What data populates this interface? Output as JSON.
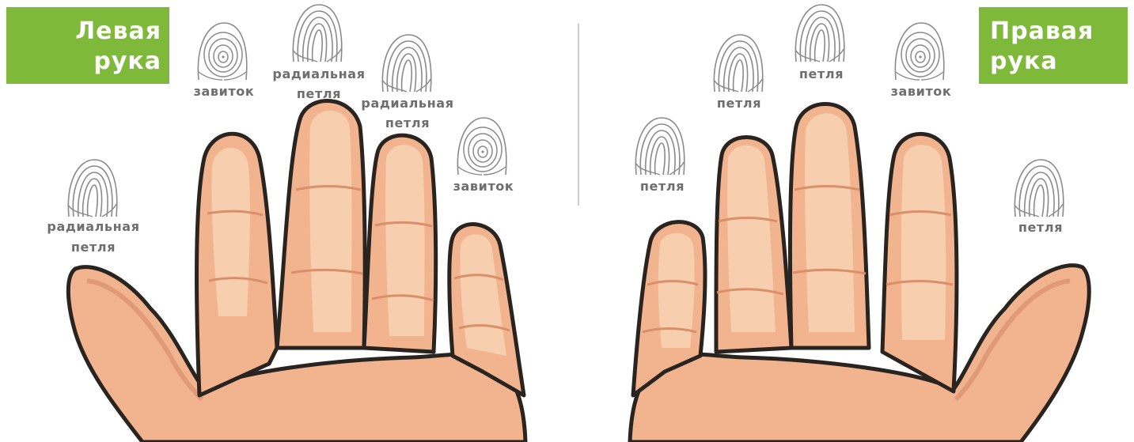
{
  "left_hand": {
    "title_line1": "Левая",
    "title_line2": "рука",
    "fingers": [
      {
        "finger": "thumb",
        "pattern": "radial-loop",
        "label_line1": "радиальная",
        "label_line2": "петля"
      },
      {
        "finger": "index",
        "pattern": "whorl",
        "label_line1": "завиток",
        "label_line2": ""
      },
      {
        "finger": "middle",
        "pattern": "radial-loop",
        "label_line1": "радиальная",
        "label_line2": "петля"
      },
      {
        "finger": "ring",
        "pattern": "radial-loop",
        "label_line1": "радиальная",
        "label_line2": "петля"
      },
      {
        "finger": "little",
        "pattern": "whorl",
        "label_line1": "завиток",
        "label_line2": ""
      }
    ]
  },
  "right_hand": {
    "title_line1": "Правая",
    "title_line2": "рука",
    "fingers": [
      {
        "finger": "little",
        "pattern": "loop",
        "label_line1": "петля",
        "label_line2": ""
      },
      {
        "finger": "ring",
        "pattern": "loop",
        "label_line1": "петля",
        "label_line2": ""
      },
      {
        "finger": "middle",
        "pattern": "loop",
        "label_line1": "петля",
        "label_line2": ""
      },
      {
        "finger": "index",
        "pattern": "whorl",
        "label_line1": "завиток",
        "label_line2": ""
      },
      {
        "finger": "thumb",
        "pattern": "loop",
        "label_line1": "петля",
        "label_line2": ""
      }
    ]
  },
  "colors": {
    "badge": "#7fb93a",
    "skin": "#f2b48f",
    "skin_shadow": "#d98f6c",
    "skin_light": "#f7cfae",
    "outline": "#2a2420",
    "label": "#6e6e6e",
    "print": "#8a8a8a",
    "divider": "#bbbbbb"
  }
}
